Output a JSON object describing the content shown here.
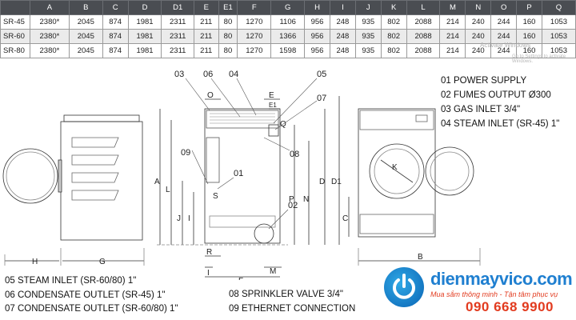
{
  "table": {
    "headers": [
      "",
      "A",
      "B",
      "C",
      "D",
      "D1",
      "E",
      "E1",
      "F",
      "G",
      "H",
      "I",
      "J",
      "K",
      "L",
      "M",
      "N",
      "O",
      "P",
      "Q"
    ],
    "rows": [
      [
        "SR-45",
        "2380*",
        "2045",
        "874",
        "1981",
        "2311",
        "211",
        "80",
        "1270",
        "1106",
        "956",
        "248",
        "935",
        "802",
        "2088",
        "214",
        "240",
        "244",
        "160",
        "1053"
      ],
      [
        "SR-60",
        "2380*",
        "2045",
        "874",
        "1981",
        "2311",
        "211",
        "80",
        "1270",
        "1366",
        "956",
        "248",
        "935",
        "802",
        "2088",
        "214",
        "240",
        "244",
        "160",
        "1053"
      ],
      [
        "SR-80",
        "2380*",
        "2045",
        "874",
        "1981",
        "2311",
        "211",
        "80",
        "1270",
        "1598",
        "956",
        "248",
        "935",
        "802",
        "2088",
        "214",
        "240",
        "244",
        "160",
        "1053"
      ]
    ]
  },
  "watermark": {
    "line1": "Activate Windows",
    "line2": "Go to Settings to activate Windows."
  },
  "legend_right": [
    "01  POWER SUPPLY",
    "02  FUMES OUTPUT Ø300",
    "03  GAS INLET 3/4\"",
    "04  STEAM INLET (SR-45) 1\""
  ],
  "legend_bottom_left": [
    "05  STEAM INLET (SR-60/80) 1\"",
    "06  CONDENSATE OUTLET (SR-45) 1\"",
    "07  CONDENSATE OUTLET (SR-60/80) 1\""
  ],
  "legend_bottom_mid": [
    "08  SPRINKLER VALVE 3/4\"",
    "09 ETHERNET CONNECTION"
  ],
  "callouts": {
    "c01": "01",
    "c02": "02",
    "c03": "03",
    "c04": "04",
    "c05": "05",
    "c06": "06",
    "c07": "07",
    "c08": "08",
    "c09": "09"
  },
  "dim_letters": {
    "A": "A",
    "B": "B",
    "C": "C",
    "D": "D",
    "D1": "D1",
    "E": "E",
    "E1": "E1",
    "F": "F",
    "G": "G",
    "H": "H",
    "I": "I",
    "J": "J",
    "K": "K",
    "L": "L",
    "M": "M",
    "N": "N",
    "O": "O",
    "P": "P",
    "Q": "Q",
    "R": "R",
    "S": "S"
  },
  "brand": {
    "name": "dienmayvico.com",
    "tagline": "Mua sắm thông minh - Tận tâm phục vụ",
    "phone": "090 668 9900",
    "colors": {
      "blue": "#1f7fd0",
      "red": "#e23b1f"
    }
  }
}
